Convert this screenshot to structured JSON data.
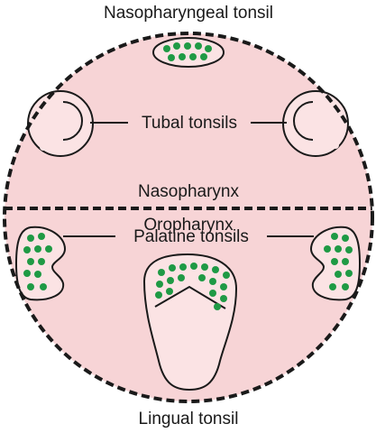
{
  "labels": {
    "nasopharyngeal": "Nasopharyngeal tonsil",
    "tubal": "Tubal tonsils",
    "nasopharynx": "Nasopharynx",
    "oropharynx": "Oropharynx",
    "palatine": "Palatine tonsils",
    "lingual": "Lingual tonsil"
  },
  "colors": {
    "background": "#f7d4d6",
    "tissue": "#fbe3e4",
    "dots": "#1f9a45",
    "outline": "#1a1a1a"
  }
}
